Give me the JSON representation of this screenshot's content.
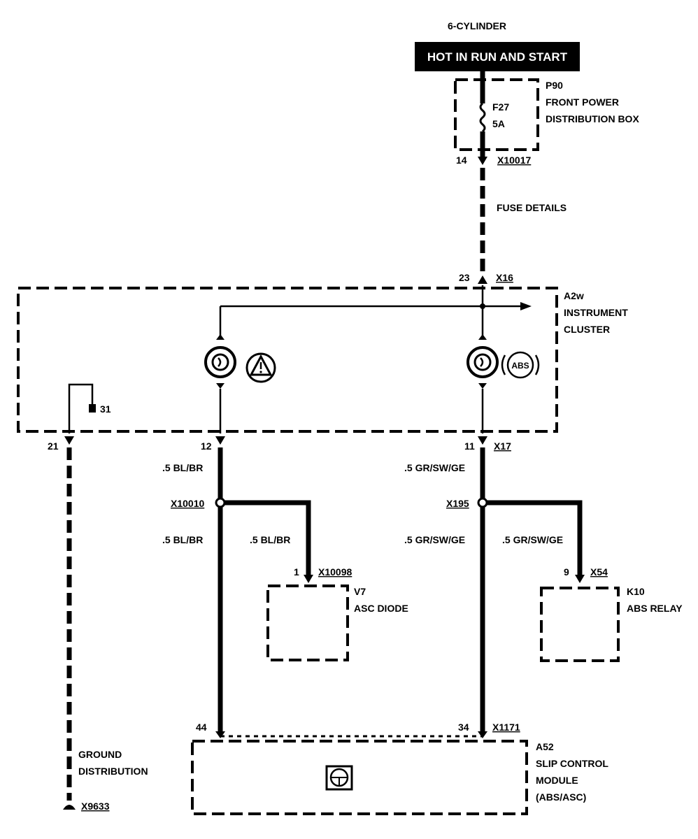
{
  "header": {
    "variant": "6-CYLINDER",
    "supply": "HOT IN RUN AND START",
    "supply_bg": "#000000",
    "supply_fg": "#ffffff"
  },
  "fuse_box": {
    "id": "P90",
    "name_line1": "FRONT POWER",
    "name_line2": "DISTRIBUTION BOX",
    "fuse_id": "F27",
    "fuse_rating": "5A",
    "pin": "14",
    "connector": "X10017"
  },
  "fuse_details_label": "FUSE DETAILS",
  "cluster": {
    "id": "A2w",
    "name_line1": "INSTRUMENT",
    "name_line2": "CLUSTER",
    "in_pin": "23",
    "in_connector": "X16",
    "ground_terminal": "31",
    "abs_symbol_text": "ABS",
    "out_pins": {
      "ground": "21",
      "left": "12",
      "right": "11"
    },
    "out_connector": "X17"
  },
  "left_branch": {
    "wire_top": ".5 BL/BR",
    "splice": "X10010",
    "wire_down": ".5 BL/BR",
    "wire_to_diode": ".5 BL/BR",
    "diode_pin": "1",
    "diode_connector": "X10098",
    "diode_id": "V7",
    "diode_name": "ASC DIODE"
  },
  "right_branch": {
    "wire_top": ".5 GR/SW/GE",
    "splice": "X195",
    "wire_down": ".5 GR/SW/GE",
    "wire_to_relay": ".5 GR/SW/GE",
    "relay_pin": "9",
    "relay_connector": "X54",
    "relay_id": "K10",
    "relay_name": "ABS RELAY"
  },
  "module": {
    "left_pin": "44",
    "right_pin": "34",
    "connector": "X1171",
    "id": "A52",
    "name_line1": "SLIP CONTROL",
    "name_line2": "MODULE",
    "name_line3": "(ABS/ASC)"
  },
  "ground": {
    "label_line1": "GROUND",
    "label_line2": "DISTRIBUTION",
    "connector": "X9633"
  }
}
